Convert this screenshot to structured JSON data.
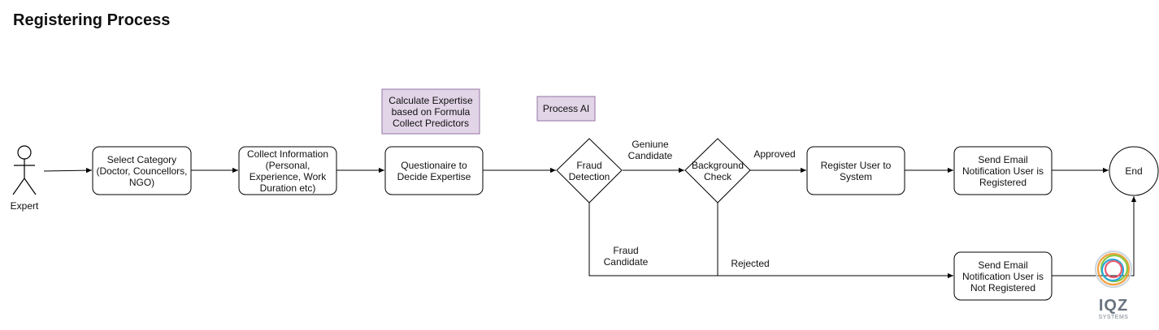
{
  "title": "Registering Process",
  "actor": {
    "label": "Expert"
  },
  "nodes": {
    "select_category": "Select Category (Doctor, Councellors, NGO)",
    "collect_information": "Collect Information (Personal, Experience, Work Duration etc)",
    "questionnaire": "Questionaire to Decide Expertise",
    "fraud_detection": "Fraud Detection",
    "background_check": "Background Check",
    "register_user": "Register User to System",
    "email_registered": "Send Email Notification User is Registered",
    "email_not_registered": "Send Email Notification User is Not Registered",
    "end": "End"
  },
  "notes": {
    "calculate_expertise": "Calculate Expertise based on Formula Collect Predictors",
    "process_ai": "Process AI"
  },
  "edge_labels": {
    "genuine": "Geniune Candidate",
    "approved": "Approved",
    "fraud": "Fraud Candidate",
    "rejected": "Rejected"
  },
  "logo": {
    "text": "IQZ",
    "subtext": "SYSTEMS"
  },
  "colors": {
    "note_fill": "#e1d5e7",
    "note_stroke": "#9673a6",
    "line": "#000000"
  }
}
